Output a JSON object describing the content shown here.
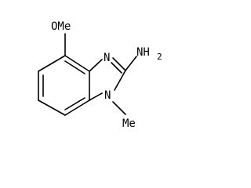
{
  "molecule": {
    "labels": {
      "methoxy": "OMe",
      "ring_n_top": "N",
      "amine": "NH",
      "amine_subscript": "2",
      "ring_n_bottom": "N",
      "methyl": "Me"
    }
  }
}
